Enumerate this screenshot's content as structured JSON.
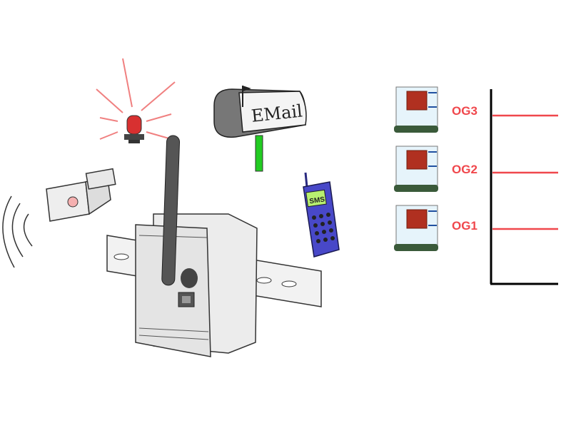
{
  "mailbox": {
    "label": "EMail"
  },
  "phone": {
    "label": "SMS"
  },
  "floors": [
    {
      "label": "OG3"
    },
    {
      "label": "OG2"
    },
    {
      "label": "OG1"
    }
  ],
  "colors": {
    "accent": "#f0474c",
    "post": "#22cc22",
    "phone": "#4040c0",
    "axis": "#000000"
  }
}
